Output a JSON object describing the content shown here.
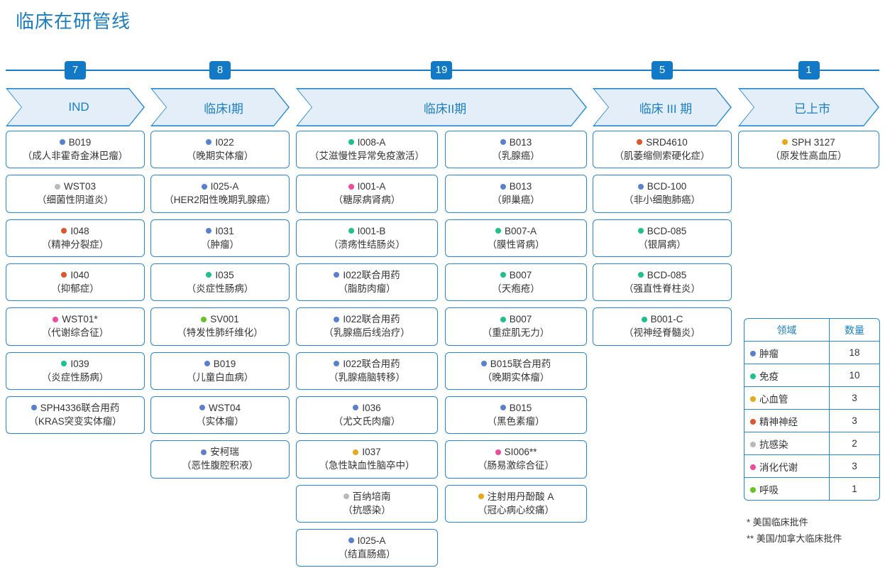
{
  "title": "临床在研管线",
  "colors": {
    "brand_blue": "#1a7ec2",
    "badge_blue": "#1279c6",
    "arrow_fill": "#e4eef8",
    "card_border": "#2389d6",
    "oncology": "#5a7fd0",
    "immunology": "#1fc08a",
    "cardiovascular": "#e8a81c",
    "neuropsych": "#e0542e",
    "anti_infective": "#b9b9b9",
    "metabolic": "#ee4c9b",
    "respiratory": "#66c421"
  },
  "stages": [
    {
      "label": "IND",
      "count": "7"
    },
    {
      "label": "临床I期",
      "count": "8"
    },
    {
      "label": "临床II期",
      "count": "19"
    },
    {
      "label": "临床 III 期",
      "count": "5"
    },
    {
      "label": "已上市",
      "count": "1"
    }
  ],
  "columns": [
    {
      "stage": "IND",
      "subcolumns": [
        {
          "cards": [
            {
              "dot": "oncology",
              "name": "B019",
              "indication": "（成人非霍奇金淋巴瘤）"
            },
            {
              "dot": "anti_infective",
              "name": "WST03",
              "indication": "（细菌性阴道炎）"
            },
            {
              "dot": "neuropsych",
              "name": "I048",
              "indication": "（精神分裂症）"
            },
            {
              "dot": "neuropsych",
              "name": "I040",
              "indication": "（抑郁症）"
            },
            {
              "dot": "metabolic",
              "name": "WST01*",
              "indication": "（代谢综合征）"
            },
            {
              "dot": "immunology",
              "name": "I039",
              "indication": "（炎症性肠病）"
            },
            {
              "dot": "oncology",
              "name": "SPH4336联合用药",
              "indication": "（KRAS突变实体瘤）"
            }
          ]
        }
      ]
    },
    {
      "stage": "临床I期",
      "subcolumns": [
        {
          "cards": [
            {
              "dot": "oncology",
              "name": "I022",
              "indication": "（晚期实体瘤）"
            },
            {
              "dot": "oncology",
              "name": "I025-A",
              "indication": "（HER2阳性晚期乳腺癌）"
            },
            {
              "dot": "oncology",
              "name": "I031",
              "indication": "（肿瘤）"
            },
            {
              "dot": "immunology",
              "name": "I035",
              "indication": "（炎症性肠病）"
            },
            {
              "dot": "respiratory",
              "name": "SV001",
              "indication": "（特发性肺纤维化）"
            },
            {
              "dot": "oncology",
              "name": "B019",
              "indication": "（儿童白血病）"
            },
            {
              "dot": "oncology",
              "name": "WST04",
              "indication": "（实体瘤）"
            },
            {
              "dot": "oncology",
              "name": "安柯瑞",
              "indication": "（恶性腹腔积液）"
            }
          ]
        }
      ]
    },
    {
      "stage": "临床II期",
      "subcolumns": [
        {
          "cards": [
            {
              "dot": "immunology",
              "name": "I008-A",
              "indication": "（艾滋慢性异常免疫激活）"
            },
            {
              "dot": "metabolic",
              "name": "I001-A",
              "indication": "（糖尿病肾病）"
            },
            {
              "dot": "immunology",
              "name": "I001-B",
              "indication": "（溃疡性结肠炎）"
            },
            {
              "dot": "oncology",
              "name": "I022联合用药",
              "indication": "（脂肪肉瘤）"
            },
            {
              "dot": "oncology",
              "name": "I022联合用药",
              "indication": "（乳腺癌后线治疗）"
            },
            {
              "dot": "oncology",
              "name": "I022联合用药",
              "indication": "（乳腺癌脑转移）"
            },
            {
              "dot": "oncology",
              "name": "I036",
              "indication": "（尤文氏肉瘤）"
            },
            {
              "dot": "cardiovascular",
              "name": "I037",
              "indication": "（急性缺血性脑卒中）"
            },
            {
              "dot": "anti_infective",
              "name": "百纳培南",
              "indication": "（抗感染）"
            },
            {
              "dot": "oncology",
              "name": "I025-A",
              "indication": "（结直肠癌）"
            }
          ]
        },
        {
          "cards": [
            {
              "dot": "oncology",
              "name": "B013",
              "indication": "（乳腺癌）"
            },
            {
              "dot": "oncology",
              "name": "B013",
              "indication": "（卵巢癌）"
            },
            {
              "dot": "immunology",
              "name": "B007-A",
              "indication": "（膜性肾病）"
            },
            {
              "dot": "immunology",
              "name": "B007",
              "indication": "（天疱疮）"
            },
            {
              "dot": "immunology",
              "name": "B007",
              "indication": "（重症肌无力）"
            },
            {
              "dot": "oncology",
              "name": "B015联合用药",
              "indication": "（晚期实体瘤）"
            },
            {
              "dot": "oncology",
              "name": "B015",
              "indication": "（黑色素瘤）"
            },
            {
              "dot": "metabolic",
              "name": "SI006**",
              "indication": "（肠易激综合征）"
            },
            {
              "dot": "cardiovascular",
              "name": "注射用丹酚酸 A",
              "indication": "（冠心病心绞痛）"
            }
          ]
        }
      ]
    },
    {
      "stage": "临床 III 期",
      "subcolumns": [
        {
          "cards": [
            {
              "dot": "neuropsych",
              "name": "SRD4610",
              "indication": "（肌萎缩侧索硬化症）"
            },
            {
              "dot": "oncology",
              "name": "BCD-100",
              "indication": "（非小细胞肺癌）"
            },
            {
              "dot": "immunology",
              "name": "BCD-085",
              "indication": "（银屑病）"
            },
            {
              "dot": "immunology",
              "name": "BCD-085",
              "indication": "（强直性脊柱炎）"
            },
            {
              "dot": "immunology",
              "name": "B001-C",
              "indication": "（视神经脊髓炎）"
            }
          ]
        }
      ]
    },
    {
      "stage": "已上市",
      "subcolumns": [
        {
          "cards": [
            {
              "dot": "cardiovascular",
              "name": "SPH 3127",
              "indication": "（原发性高血压）"
            }
          ]
        }
      ]
    }
  ],
  "legend": {
    "headers": [
      "领域",
      "数量"
    ],
    "rows": [
      {
        "dot": "oncology",
        "area": "肿瘤",
        "qty": "18"
      },
      {
        "dot": "immunology",
        "area": "免疫",
        "qty": "10"
      },
      {
        "dot": "cardiovascular",
        "area": "心血管",
        "qty": "3"
      },
      {
        "dot": "neuropsych",
        "area": "精神神经",
        "qty": "3"
      },
      {
        "dot": "anti_infective",
        "area": "抗感染",
        "qty": "2"
      },
      {
        "dot": "metabolic",
        "area": "消化代谢",
        "qty": "3"
      },
      {
        "dot": "respiratory",
        "area": "呼吸",
        "qty": "1"
      }
    ]
  },
  "footnotes": [
    "* 美国临床批件",
    "** 美国/加拿大临床批件"
  ]
}
